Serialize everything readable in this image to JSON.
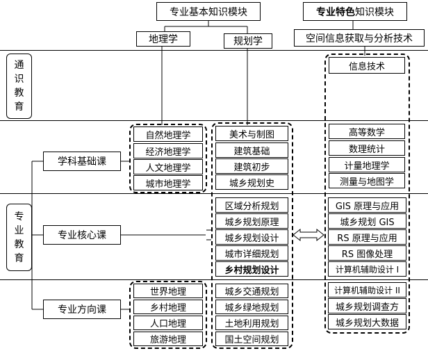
{
  "header": {
    "basic_module": "专业基本知识模块",
    "special_prefix": "专业特色",
    "special_suffix": "知识模块",
    "geography": "地理学",
    "planning": "规划学",
    "spatial_tech": "空间信息获取与分析技术"
  },
  "rows": {
    "general": [
      "通",
      "识",
      "教",
      "育"
    ],
    "professional": [
      "专",
      "业",
      "教",
      "育"
    ],
    "subject_basic": "学科基础课",
    "prof_core": "专业核心课",
    "prof_direction": "专业方向课"
  },
  "general_ed": {
    "info_tech": "信息技术"
  },
  "geo_basic": [
    "自然地理学",
    "经济地理学",
    "人文地理学",
    "城市地理学"
  ],
  "plan_basic": [
    "美术与制图",
    "建筑基础",
    "建筑初步",
    "城乡规划史"
  ],
  "tech_basic": [
    "高等数学",
    "数理统计",
    "计量地理学",
    "测量与地图学"
  ],
  "plan_core": [
    "区域分析规划",
    "城乡规划原理",
    "城乡规划设计",
    "城市详细规划",
    "乡村规划设计"
  ],
  "tech_core": [
    "GIS 原理与应用",
    "城乡规划 GIS",
    "RS 原理与应用",
    "RS 图像处理",
    "计算机辅助设计 I"
  ],
  "geo_direction": [
    "世界地理",
    "乡村地理",
    "人口地理",
    "旅游地理"
  ],
  "plan_direction": [
    "城乡交通规划",
    "城乡绿地规划",
    "土地利用规划",
    "国土空间规划"
  ],
  "tech_direction": [
    "计算机辅助设计 II",
    "城乡规划调查方",
    "城乡规划大数据"
  ]
}
